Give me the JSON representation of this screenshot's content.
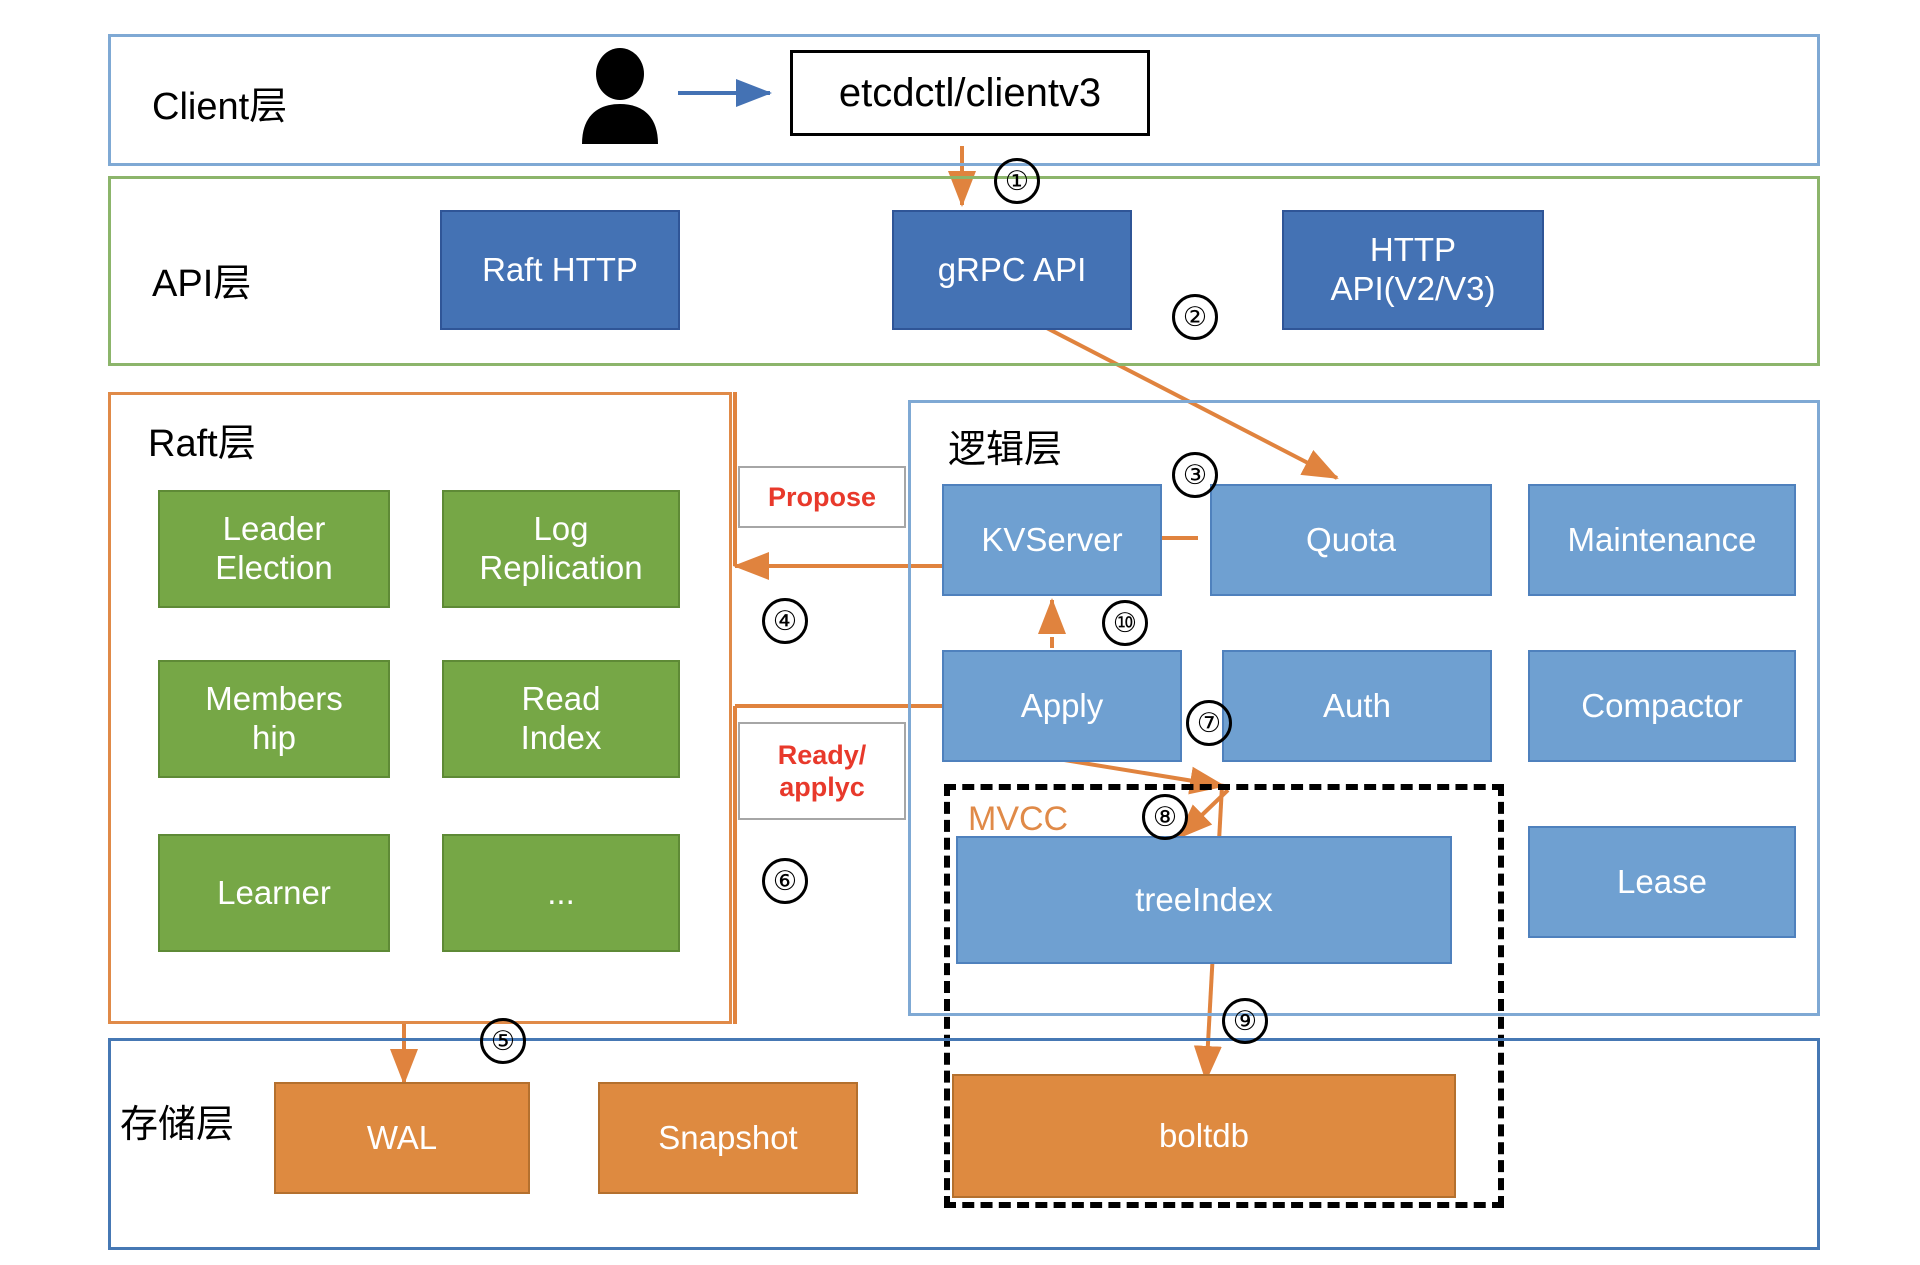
{
  "diagram": {
    "title": "etcd architecture layers",
    "colors": {
      "client_frame": "#7FA9D4",
      "api_frame": "#8CB56B",
      "raft_frame": "#E08A48",
      "logic_frame": "#7FA9D4",
      "storage_frame": "#4678B4",
      "box_blue_dark": "#4472B4",
      "box_blue_light": "#6FA0D1",
      "box_green": "#76A746",
      "box_orange": "#DE8A40",
      "arrow": "#E08A48",
      "client_arrow": "#4472B4",
      "label_text": "#E8392B",
      "mvcc_label": "#E08A48"
    }
  },
  "layers": {
    "client": {
      "title": "Client层",
      "actor_icon": "user-person-icon",
      "client_box": "etcdctl/clientv3"
    },
    "api": {
      "title": "API层",
      "boxes": [
        {
          "label": "Raft HTTP"
        },
        {
          "label": "gRPC API"
        },
        {
          "label": "HTTP\nAPI(V2/V3)"
        }
      ]
    },
    "raft": {
      "title": "Raft层",
      "boxes": [
        {
          "label": "Leader\nElection"
        },
        {
          "label": "Log\nReplication"
        },
        {
          "label": "Members\nhip"
        },
        {
          "label": "Read\nIndex"
        },
        {
          "label": "Learner"
        },
        {
          "label": "..."
        }
      ]
    },
    "logic": {
      "title": "逻辑层",
      "boxes": [
        {
          "label": "KVServer"
        },
        {
          "label": "Quota"
        },
        {
          "label": "Maintenance"
        },
        {
          "label": "Apply"
        },
        {
          "label": "Auth"
        },
        {
          "label": "Compactor"
        },
        {
          "label": "Lease"
        }
      ],
      "mvcc": {
        "label": "MVCC",
        "boxes": [
          {
            "label": "treeIndex"
          }
        ]
      }
    },
    "storage": {
      "title": "存储层",
      "boxes": [
        {
          "label": "WAL"
        },
        {
          "label": "Snapshot"
        },
        {
          "label": "boltdb"
        }
      ]
    }
  },
  "annotations": {
    "propose_label": "Propose",
    "ready_label": "Ready/\napplyc"
  },
  "steps": [
    {
      "id": "1",
      "glyph": "①"
    },
    {
      "id": "2",
      "glyph": "②"
    },
    {
      "id": "3",
      "glyph": "③"
    },
    {
      "id": "4",
      "glyph": "④"
    },
    {
      "id": "5",
      "glyph": "⑤"
    },
    {
      "id": "6",
      "glyph": "⑥"
    },
    {
      "id": "7",
      "glyph": "⑦"
    },
    {
      "id": "8",
      "glyph": "⑧"
    },
    {
      "id": "9",
      "glyph": "⑨"
    },
    {
      "id": "10",
      "glyph": "⑩"
    }
  ]
}
